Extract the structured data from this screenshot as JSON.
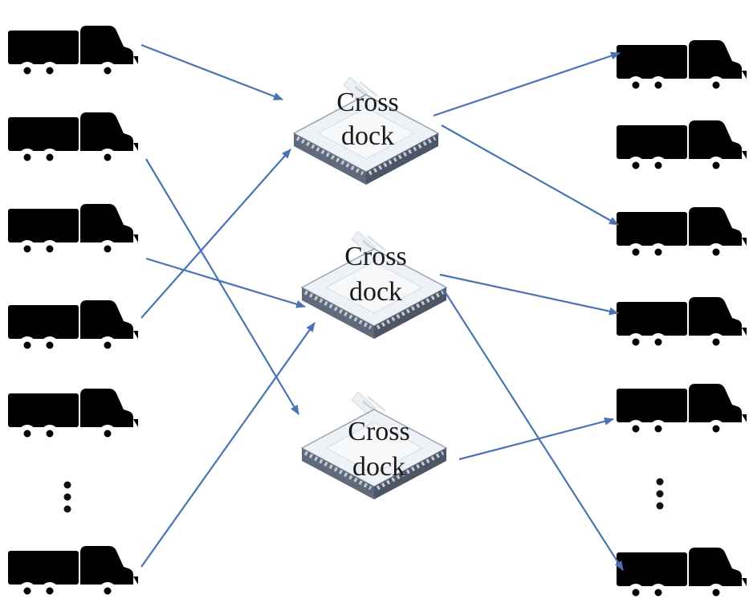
{
  "colors": {
    "arrow": "#4a73b3",
    "truck_stroke": "#555555",
    "dock_dark": "#5a6678",
    "dock_light": "#e9edf2",
    "text": "#1a1a1a"
  },
  "cross_docks": [
    {
      "line1": "Cross",
      "line2": "dock"
    },
    {
      "line1": "Cross",
      "line2": "dock"
    },
    {
      "line1": "Cross",
      "line2": "dock"
    }
  ],
  "icons": {
    "truck": "truck-icon",
    "warehouse": "cross-dock-warehouse-icon",
    "more": "vertical-ellipsis"
  },
  "inbound_trucks_visible": 6,
  "outbound_trucks_visible": 6
}
